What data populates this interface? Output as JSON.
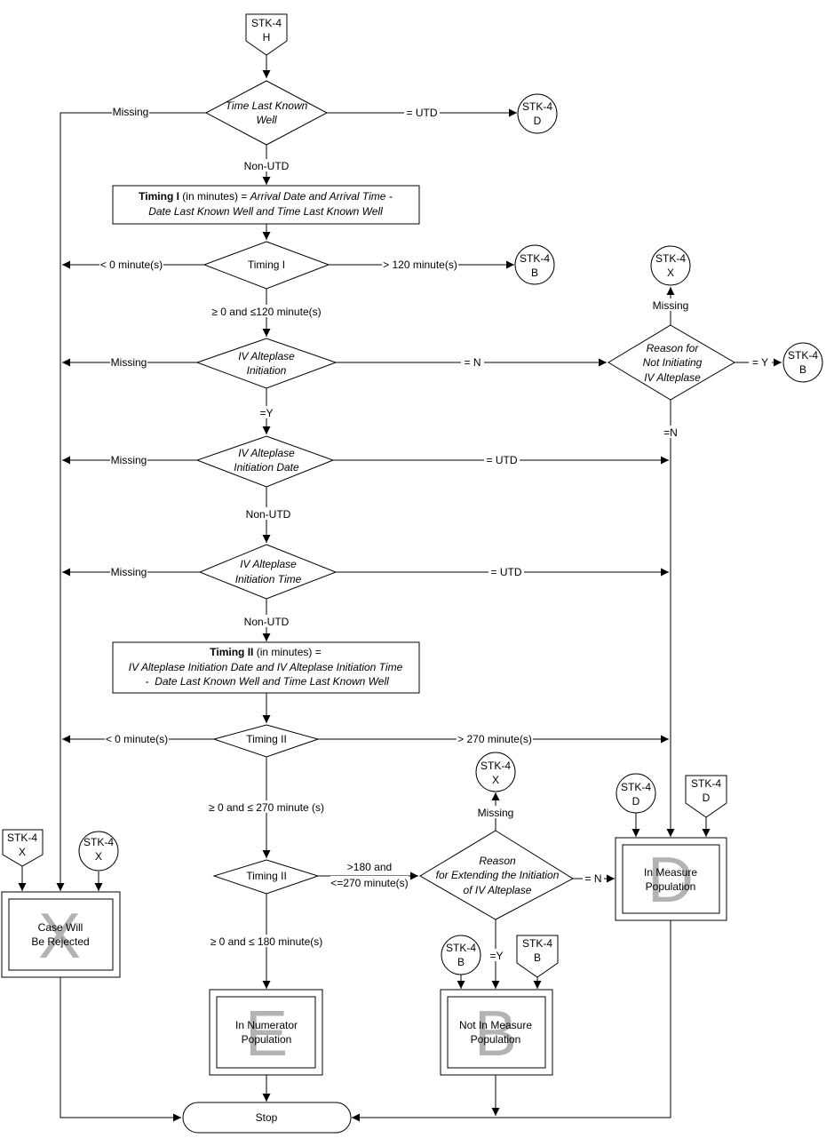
{
  "connectors": {
    "top_stk4_h": [
      "STK-4",
      "H"
    ],
    "circle_d_top": [
      "STK-4",
      "D"
    ],
    "circle_b_1": [
      "STK-4",
      "B"
    ],
    "circle_x_top": [
      "STK-4",
      "X"
    ],
    "circle_b_2": [
      "STK-4",
      "B"
    ],
    "circle_x_mid": [
      "STK-4",
      "X"
    ],
    "circle_d_mid": [
      "STK-4",
      "D"
    ],
    "pent_d_mid": [
      "STK-4",
      "D"
    ],
    "pent_x_left": [
      "STK-4",
      "X"
    ],
    "circle_x_left": [
      "STK-4",
      "X"
    ],
    "circle_b_bottom": [
      "STK-4",
      "B"
    ],
    "pent_b_bottom": [
      "STK-4",
      "B"
    ]
  },
  "decisions": {
    "tlkw": [
      "Time Last Known",
      "Well"
    ],
    "timing1": [
      "Timing I"
    ],
    "iv_init": [
      "IV Alteplase",
      "Initiation"
    ],
    "reason_not": [
      "Reason for",
      "Not Initiating",
      "IV Alteplase"
    ],
    "iv_date": [
      "IV Alteplase",
      "Initiation Date"
    ],
    "iv_time": [
      "IV Alteplase",
      "Initiation Time"
    ],
    "timing2a": [
      "Timing II"
    ],
    "timing2b": [
      "Timing II"
    ],
    "reason_ext": [
      "Reason",
      "for Extending the Initiation",
      "of IV Alteplase"
    ]
  },
  "process": {
    "timing1": {
      "bold": "Timing I",
      "line1_rest": " (in minutes) = ",
      "line1_italic": "Arrival Date and Arrival Time -",
      "line2": "Date Last Known Well and Time Last Known Well"
    },
    "timing2": {
      "bold": "Timing II",
      "line1_rest": " (in minutes) =",
      "line2": "IV Alteplase Initiation Date and IV Alteplase Initiation Time",
      "line3": " -  Date Last Known Well and Time Last Known Well"
    }
  },
  "outcomes": {
    "rejected": {
      "letter": "X",
      "lines": [
        "Case Will",
        "Be Rejected"
      ]
    },
    "numerator": {
      "letter": "E",
      "lines": [
        "In Numerator",
        "Population"
      ]
    },
    "not_in_measure": {
      "letter": "B",
      "lines": [
        "Not In Measure",
        "Population"
      ]
    },
    "in_measure": {
      "letter": "D",
      "lines": [
        "In Measure",
        "Population"
      ]
    }
  },
  "terminal": {
    "stop": "Stop"
  },
  "labels": {
    "tlkw_missing": "Missing",
    "tlkw_utd": "= UTD",
    "tlkw_nonutd": "Non-UTD",
    "t1_lt0": "< 0 minute(s)",
    "t1_gt120": "> 120 minute(s)",
    "t1_range": "≥ 0 and ≤120 minute(s)",
    "iv_init_missing": "Missing",
    "iv_init_n": "= N",
    "iv_init_y": "=Y",
    "reason_missing": "Missing",
    "reason_y": "= Y",
    "reason_n": "=N",
    "date_missing": "Missing",
    "date_utd": "= UTD",
    "date_nonutd": "Non-UTD",
    "time_missing": "Missing",
    "time_utd": "= UTD",
    "time_nonutd": "Non-UTD",
    "t2_lt0": "< 0 minute(s)",
    "t2_gt270": "> 270 minute(s)",
    "t2_range270": "≥ 0 and ≤ 270 minute (s)",
    "t2b_gt180_a": ">180 and",
    "t2b_gt180_b": "<=270 minute(s)",
    "t2b_range180": "≥ 0 and ≤ 180 minute(s)",
    "ext_missing": "Missing",
    "ext_n": "= N",
    "ext_y": "=Y"
  }
}
